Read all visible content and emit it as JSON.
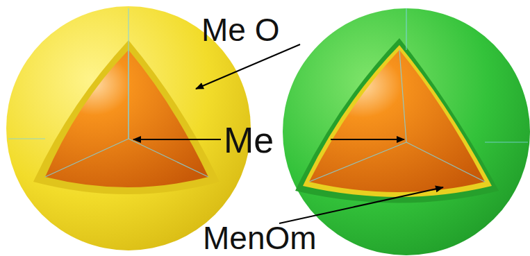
{
  "diagram": {
    "labels": [
      "Me O",
      "Me",
      "MenOm"
    ]
  }
}
